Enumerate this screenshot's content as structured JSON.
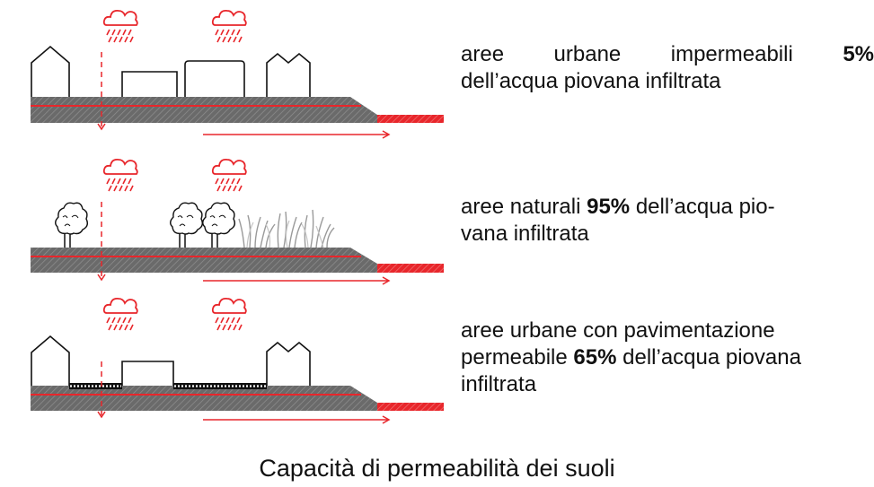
{
  "scenes": [
    {
      "line1": "aree urbane impermeabili",
      "pct": "5%",
      "line2": "dell’acqua piovana infiltrata"
    },
    {
      "pre": "aree naturali",
      "pct": "95%",
      "post": "dell’acqua pio-",
      "line2": "vana infiltrata"
    },
    {
      "line1": "aree urbane con pavimentazione",
      "pre2": "permeabile",
      "pct": "65%",
      "post2": "dell’acqua piovana",
      "line3": "infiltrata"
    }
  ],
  "footer": "Capacità di permeabilità dei suoli",
  "colors": {
    "accent": "#e8262b",
    "ground": "#6e6e6e",
    "ink": "#111111"
  }
}
